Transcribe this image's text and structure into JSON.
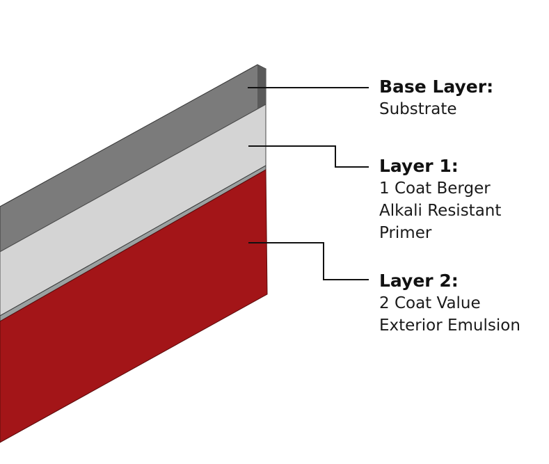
{
  "colors": {
    "substrate": "#7b7b7b",
    "primer": "#d4d4d4",
    "emulsion": "#a31518"
  },
  "layers": [
    {
      "title": "Base Layer:",
      "desc": [
        "Substrate"
      ]
    },
    {
      "title": "Layer 1:",
      "desc": [
        "1 Coat Berger",
        "Alkali Resistant",
        "Primer"
      ]
    },
    {
      "title": "Layer 2:",
      "desc": [
        "2 Coat Value",
        "Exterior Emulsion"
      ]
    }
  ]
}
